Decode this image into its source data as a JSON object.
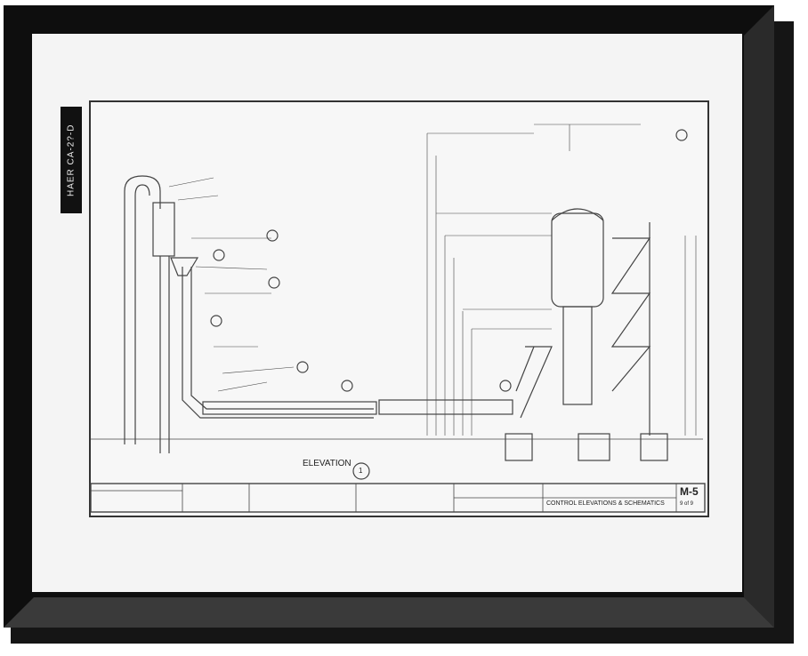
{
  "tab_label": "HAER CA-2?-D",
  "drawing": {
    "view_title": "ELEVATION",
    "callout_number": "1",
    "title_block": {
      "sheet_number": "M-5",
      "title": "CONTROL ELEVATIONS & SCHEMATICS",
      "sheet_of": "9 of 9"
    }
  },
  "colors": {
    "frame": "#0e0e0e",
    "mat": "#f4f4f4",
    "ink": "#333333"
  }
}
